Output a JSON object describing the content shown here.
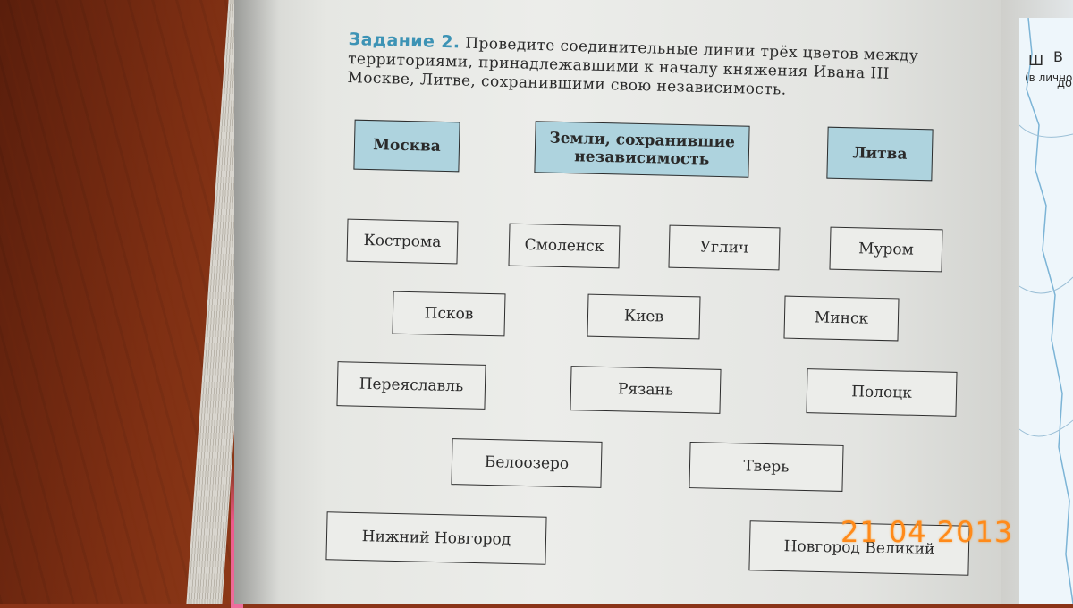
{
  "task": {
    "label": "Задание 2.",
    "text": "Проведите соединительные линии трёх цветов между территориями, принадлежавшими к началу княжения Ивана III Москве, Литве, сохранившими свою независимость."
  },
  "headers": {
    "moscow": "Москва",
    "independent": "Земли, сохранившие независимость",
    "lithuania": "Литва"
  },
  "territories": {
    "kostroma": "Кострома",
    "smolensk": "Смоленск",
    "uglich": "Углич",
    "murom": "Муром",
    "pskov": "Псков",
    "kiev": "Киев",
    "minsk": "Минск",
    "pereyaslavl": "Переяславль",
    "ryazan": "Рязань",
    "polotsk": "Полоцк",
    "beloozero": "Белоозеро",
    "tver": "Тверь",
    "nizhny": "Нижний Новгород",
    "novgorod": "Новгород Великий"
  },
  "right_page": {
    "letter_sh": "Ш",
    "letter_v": "В",
    "note1": "(в лично",
    "note2": "до"
  },
  "date_stamp": "21 04 2013",
  "colors": {
    "title": "#3d93b5",
    "header_fill": "#aed3de",
    "date_stamp": "#ff8a1a"
  }
}
